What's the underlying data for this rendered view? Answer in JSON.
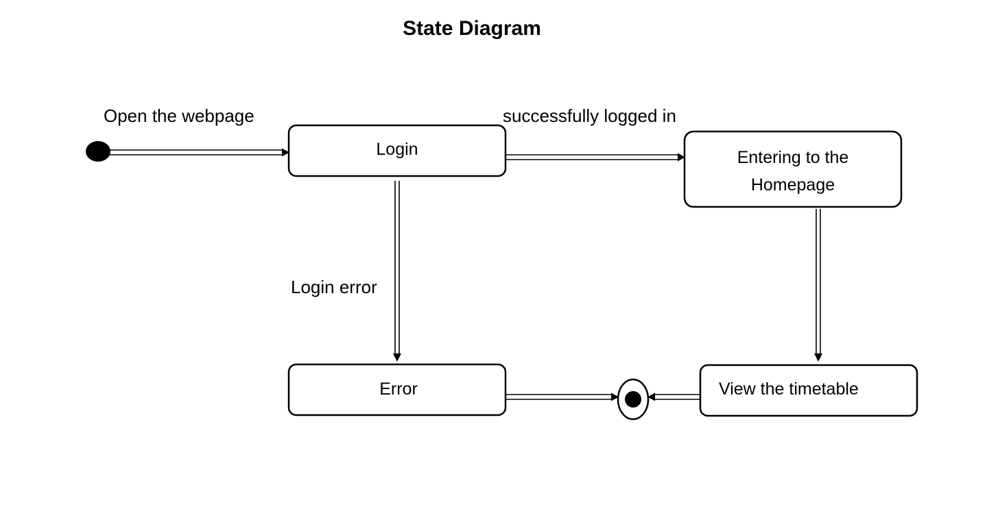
{
  "diagram": {
    "title": "State Diagram",
    "states": {
      "login": "Login",
      "homepage_line1": "Entering to the",
      "homepage_line2": "Homepage",
      "error": "Error",
      "timetable": "View the timetable"
    },
    "transitions": {
      "open_webpage": "Open the webpage",
      "logged_in": "successfully logged in",
      "login_error": "Login error"
    },
    "pseudostates": {
      "initial": "initial-state",
      "final": "final-state"
    }
  }
}
